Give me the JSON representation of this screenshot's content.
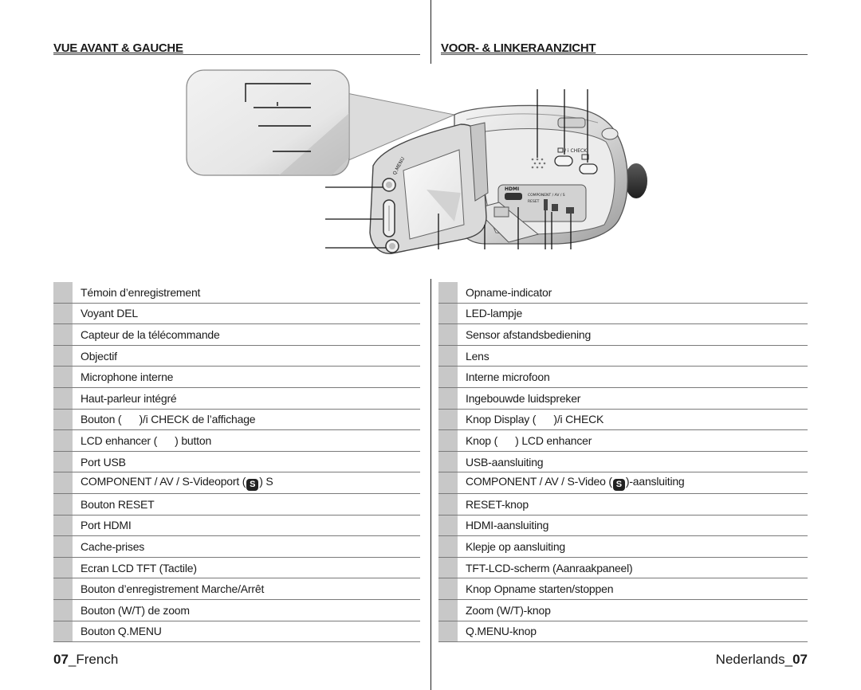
{
  "left": {
    "title": "VUE AVANT & GAUCHE",
    "items": [
      "Témoin d’enregistrement",
      "Voyant DEL",
      "Capteur de la télécommande",
      "Objectif",
      "Microphone interne",
      "Haut-parleur intégré",
      "Bouton (      )/i CHECK de l’affichage",
      "LCD enhancer (      ) button",
      "Port USB",
      "COMPONENT / AV / S-Videoport (",
      "Bouton RESET",
      "Port HDMI",
      "Cache-prises",
      "Ecran LCD TFT (Tactile)",
      "Bouton d’enregistrement Marche/Arrêt",
      "Bouton (W/T) de zoom",
      "Bouton Q.MENU"
    ],
    "item10_badge": "S",
    "item10_tail": ") S"
  },
  "right": {
    "title": "VOOR- & LINKERAANZICHT",
    "items": [
      "Opname-indicator",
      "LED-lampje",
      "Sensor afstandsbediening",
      "Lens",
      "Interne microfoon",
      "Ingebouwde luidspreker",
      "Knop Display (      )/i CHECK",
      "Knop (      ) LCD enhancer",
      "USB-aansluiting",
      "COMPONENT / AV / S-Video (",
      "RESET-knop",
      "HDMI-aansluiting",
      "Klepje op aansluiting",
      "TFT-LCD-scherm (Aanraakpaneel)",
      "Knop Opname starten/stoppen",
      "Zoom (W/T)-knop",
      "Q.MENU-knop"
    ],
    "item10_badge": "S",
    "item10_tail": ")-aansluiting"
  },
  "illustration": {
    "qmenu_label": "Q.MENU",
    "icheck_label": "/ i CHECK",
    "hdmi_label": "HDMI",
    "component_label": "COMPONENT / AV / S",
    "reset_label": "RESET"
  },
  "footer": {
    "left_num": "07",
    "left_text": "_French",
    "right_text": "Nederlands_",
    "right_num": "07"
  }
}
